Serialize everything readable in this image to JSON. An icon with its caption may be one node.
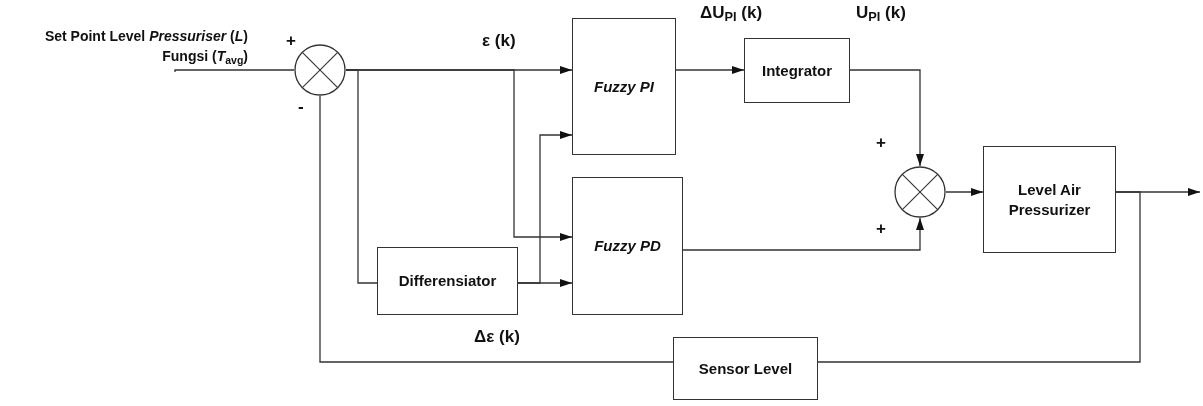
{
  "diagram": {
    "nodes": [
      {
        "text": [
          "Set Point Level *Pressuriser* (*L*) Fungsi (*T*$_{avg}$)"
        ]
      },
      {
        "text": [],
        "shape": "circle"
      },
      {
        "text": [
          "*Fuzzy PI*"
        ]
      },
      {
        "text": [
          "Integrator"
        ]
      },
      {
        "text": [
          "Differensiator"
        ]
      },
      {
        "text": [
          "*Fuzzy PD*"
        ]
      },
      {
        "text": [],
        "shape": "circle"
      },
      {
        "text": [
          "Level Air Pressurizer"
        ]
      },
      {
        "text": [
          "Sensor Level"
        ]
      }
    ],
    "edges": [
      {
        "from": 0,
        "to": 1,
        "arrow": "none"
      },
      {
        "from": 1,
        "to": 2,
        "arrow": "to"
      },
      {
        "from": 1,
        "to": 5,
        "arrow": "to"
      },
      {
        "from": 1,
        "to": 4,
        "arrow": "none"
      },
      {
        "from": 4,
        "to": 5,
        "arrow": "to"
      },
      {
        "from": 4,
        "to": 2,
        "arrow": "to"
      },
      {
        "from": 2,
        "to": 3,
        "arrow": "to"
      },
      {
        "from": 3,
        "to": 6,
        "arrow": "to"
      },
      {
        "from": 5,
        "to": 6,
        "arrow": "to"
      },
      {
        "from": 6,
        "to": 7,
        "arrow": "to"
      },
      {
        "from": 7,
        "to": null,
        "arrow": "to"
      },
      {
        "from": 7,
        "to": 8,
        "arrow": "none"
      },
      {
        "from": 8,
        "to": 1,
        "arrow": "none"
      }
    ],
    "labels": [
      "+",
      "-",
      "ε (k)",
      "ΔU$_{PI}$ (k)",
      "U$_{PI}$ (k)",
      "+",
      "+",
      "Δε (k)"
    ]
  }
}
